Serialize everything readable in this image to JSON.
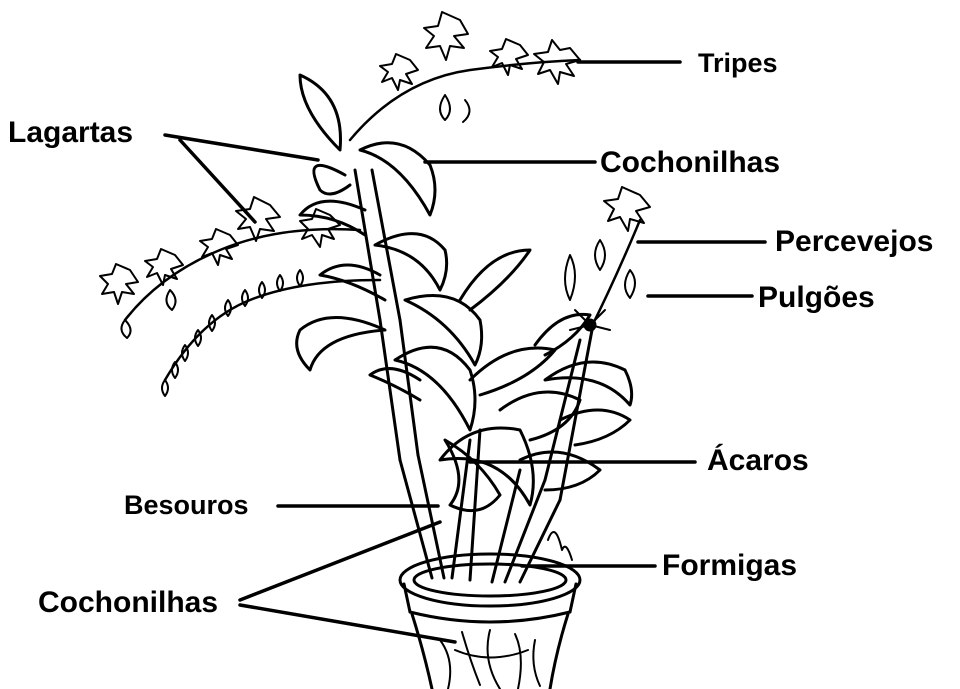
{
  "labels": {
    "tripes": "Tripes",
    "lagartas": "Lagartas",
    "cochonilhas_top": "Cochonilhas",
    "percevejos": "Percevejos",
    "pulgoes": "Pulgões",
    "acaros": "Ácaros",
    "besouros": "Besouros",
    "formigas": "Formigas",
    "cochonilhas_bottom": "Cochonilhas"
  },
  "colors": {
    "ink": "#000000",
    "background": "#ffffff"
  }
}
